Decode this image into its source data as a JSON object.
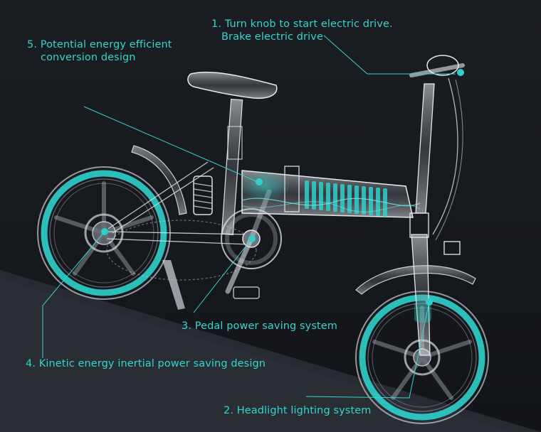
{
  "callouts": {
    "c1": {
      "line1": "1. Turn knob to start electric drive.",
      "line2": "Brake electric drive"
    },
    "c2": {
      "text": "2. Headlight lighting system"
    },
    "c3": {
      "text": "3. Pedal power saving system"
    },
    "c4": {
      "text": "4. Kinetic energy inertial power saving design"
    },
    "c5": {
      "line1": "5. Potential energy efficient",
      "line2": "conversion design"
    }
  },
  "colors": {
    "accent": "#35d4cf",
    "background": "#15181d",
    "ground": "#2a2e35",
    "frame": "#d9dde2"
  }
}
